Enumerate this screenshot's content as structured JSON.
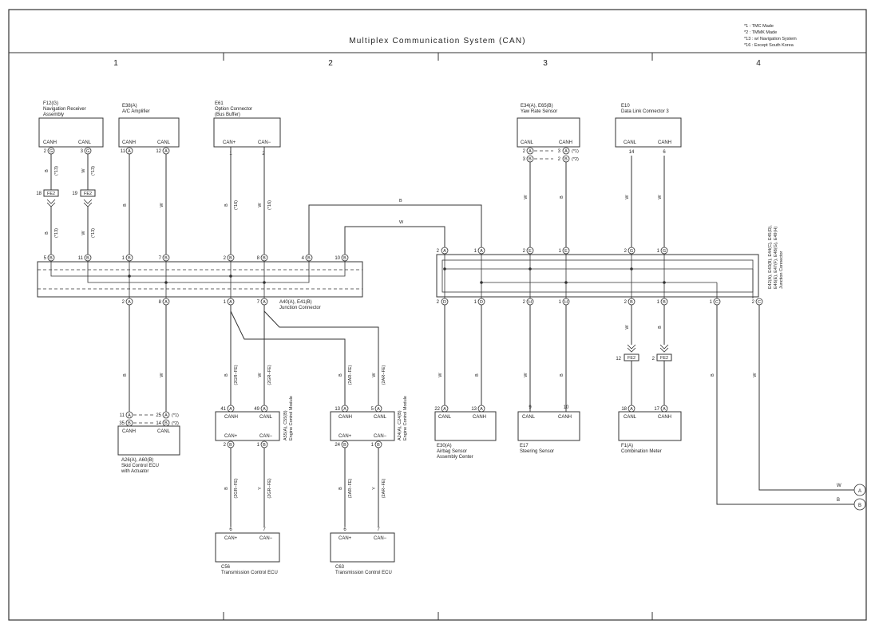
{
  "title": "Multiplex Communication System (CAN)",
  "notes": [
    "*1 : TMC Made",
    "*2 : TMMK Made",
    "*13 : w/ Navigation System",
    "*16 : Except South Korea"
  ],
  "columns": [
    "1",
    "2",
    "3",
    "4"
  ],
  "components": {
    "f12": {
      "code": "F12(G)",
      "name": "Navigation Receiver",
      "name2": "Assembly",
      "pins": [
        "CANH",
        "CANL"
      ],
      "pin_nums": [
        "2",
        "3"
      ],
      "pin_letters": [
        "G",
        "G"
      ],
      "conn_labels": [
        "FE2",
        "FE2"
      ],
      "conn_nums": [
        "18",
        "19"
      ]
    },
    "e38": {
      "code": "E38(A)",
      "name": "A/C Amplifier",
      "pins": [
        "CANH",
        "CANL"
      ],
      "pin_nums": [
        "11",
        "12"
      ],
      "pin_letters": [
        "A",
        "A"
      ]
    },
    "e61": {
      "code": "E61",
      "name": "Option Connector",
      "name2": "(Bus Buffer)",
      "pins": [
        "CAN+",
        "CAN−"
      ],
      "pin_nums": [
        "1",
        "2"
      ]
    },
    "e34": {
      "code": "E34(A), E65(B)",
      "name": "Yaw Rate Sensor",
      "pins": [
        "CANL",
        "CANH"
      ],
      "pin_nums": [
        "2",
        "3",
        "3",
        "2"
      ],
      "pin_letters": [
        "A",
        "B",
        "A",
        "B"
      ],
      "marks": [
        "(*1)",
        "(*2)"
      ]
    },
    "e10": {
      "code": "E10",
      "name": "Data Link Connector 3",
      "pins": [
        "CANL",
        "CANH"
      ],
      "pin_nums": [
        "14",
        "6"
      ]
    },
    "a40": {
      "label": "A40(A), E41(B)",
      "label2": "Junction Connector",
      "top_nums": [
        "5",
        "11",
        "1",
        "7",
        "2",
        "8",
        "4",
        "10"
      ],
      "top_letters": [
        "B",
        "B",
        "B",
        "B",
        "B",
        "B",
        "B",
        "B"
      ],
      "bot_nums": [
        "2",
        "8",
        "1",
        "7"
      ],
      "bot_letters": [
        "A",
        "A",
        "A",
        "A"
      ]
    },
    "e42": {
      "label": "E42(A), E43(B), E44(C), E45(D),",
      "label2": "E46(E), E47(F), E48(G), E49(H)",
      "label3": "Junction Connector",
      "top_nums": [
        "2",
        "1",
        "2",
        "1",
        "2",
        "1"
      ],
      "top_letters": [
        "A",
        "A",
        "E",
        "E",
        "G",
        "G"
      ],
      "bot_nums": [
        "2",
        "1",
        "2",
        "1",
        "2",
        "1",
        "1",
        "2"
      ],
      "bot_letters": [
        "D",
        "D",
        "H",
        "H",
        "B",
        "B",
        "C",
        "C"
      ]
    },
    "a26": {
      "code": "A26(A), A60(B)",
      "name": "Skid Control ECU",
      "name2": "with Actuator",
      "pins": [
        "CANH",
        "CANL"
      ],
      "pin_nums": [
        "11",
        "35",
        "25",
        "14"
      ],
      "pin_letters": [
        "A",
        "B",
        "A",
        "B"
      ],
      "marks": [
        "(*1)",
        "(*2)"
      ]
    },
    "a55": {
      "code": "A55(A), C55(B)",
      "name": "Engine Control Module",
      "pins_top": [
        "CANH",
        "CANL"
      ],
      "pins_bot": [
        "CAN+",
        "CAN−"
      ],
      "top_nums": [
        "41",
        "49"
      ],
      "top_letters": [
        "A",
        "A"
      ],
      "bot_nums": [
        "2",
        "1"
      ],
      "bot_letters": [
        "B",
        "B"
      ]
    },
    "a24": {
      "code": "A24(A), C24(B)",
      "name": "Engine Control Module",
      "pins_top": [
        "CANH",
        "CANL"
      ],
      "pins_bot": [
        "CAN+",
        "CAN−"
      ],
      "top_nums": [
        "13",
        "5"
      ],
      "top_letters": [
        "A",
        "A"
      ],
      "bot_nums": [
        "24",
        "1"
      ],
      "bot_letters": [
        "B",
        "B"
      ]
    },
    "e30": {
      "code": "E30(A)",
      "name": "Airbag Sensor",
      "name2": "Assembly Center",
      "pins": [
        "CANL",
        "CANH"
      ],
      "pin_nums": [
        "22",
        "13"
      ],
      "pin_letters": [
        "A",
        "A"
      ]
    },
    "e17": {
      "code": "E17",
      "name": "Steering Sensor",
      "pins": [
        "CANL",
        "CANH"
      ],
      "pin_nums": [
        "9",
        "10"
      ]
    },
    "f1": {
      "code": "F1(A)",
      "name": "Combination Meter",
      "pins": [
        "CANL",
        "CANH"
      ],
      "pin_nums": [
        "18",
        "17"
      ],
      "pin_letters": [
        "A",
        "A"
      ],
      "conn_labels": [
        "FE2",
        "FE2"
      ],
      "conn_nums": [
        "12",
        "2"
      ]
    },
    "c56": {
      "code": "C56",
      "name": "Transmission Control ECU",
      "pins": [
        "CAN+",
        "CAN−"
      ],
      "pin_nums": [
        "6",
        "7"
      ]
    },
    "c63": {
      "code": "C63",
      "name": "Transmission Control ECU",
      "pins": [
        "CAN+",
        "CAN−"
      ],
      "pin_nums": [
        "6",
        "7"
      ]
    }
  },
  "wire_labels": {
    "B": "B",
    "W": "W",
    "Y": "Y",
    "m13": "(*13)",
    "m16": "(*16)",
    "gr": "(2GR−FE)",
    "ar": "(2AR−FE)"
  },
  "offpage": {
    "a": "A",
    "b": "B",
    "a_wire": "W",
    "b_wire": "B"
  }
}
